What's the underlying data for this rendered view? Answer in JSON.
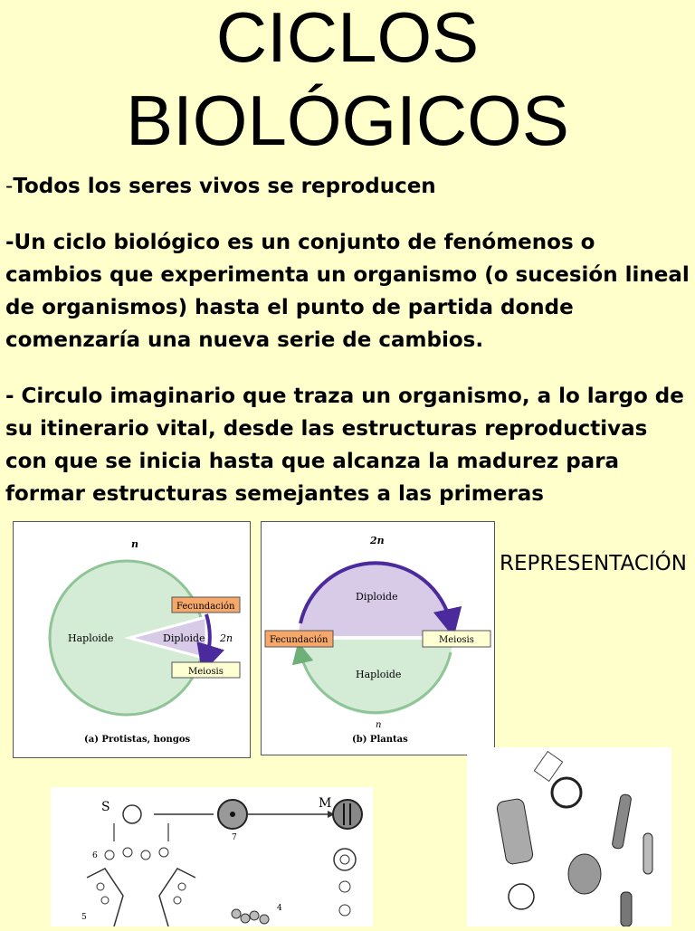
{
  "title": {
    "line1": "CICLOS",
    "line2": "BIOLÓGICOS"
  },
  "paragraphs": {
    "p1_dash": "-",
    "p1_text": "Todos los seres vivos se reproducen",
    "p2": "-Un ciclo biológico es un conjunto de fenómenos o cambios que experimenta un organismo (o sucesión lineal de organismos) hasta el punto de partida donde comenzaría una nueva serie de cambios.",
    "p3": "- Circulo imaginario que traza un organismo, a lo largo de su itinerario vital, desde las estructuras reproductivas con que se inicia hasta que alcanza la madurez para formar estructuras semejantes a las primeras"
  },
  "representation_label": "REPRESENTACIÓN",
  "diagram_a": {
    "n_label": "n",
    "haploid": "Haploide",
    "diploid": "Diploide",
    "two_n": "2n",
    "fecundation": "Fecundación",
    "meiosis": "Meiosis",
    "caption": "(a) Protistas, hongos"
  },
  "diagram_b": {
    "two_n": "2n",
    "diploid": "Diploide",
    "haploid": "Haploide",
    "fecundation": "Fecundación",
    "meiosis": "Meiosis",
    "n_label": "n",
    "caption": "(b) Plantas"
  },
  "diagram_c": {
    "label_s": "S",
    "label_m": "M",
    "num_7": "7",
    "num_6": "6",
    "num_5": "5",
    "num_4": "4"
  },
  "colors": {
    "background": "#ffffcc",
    "haploid_fill": "#d4ecd6",
    "diploid_fill": "#d8cbe8",
    "arrow": "#4b2a9c",
    "fecundation_box": "#f5a86a",
    "meiosis_box": "#ffffd4"
  }
}
